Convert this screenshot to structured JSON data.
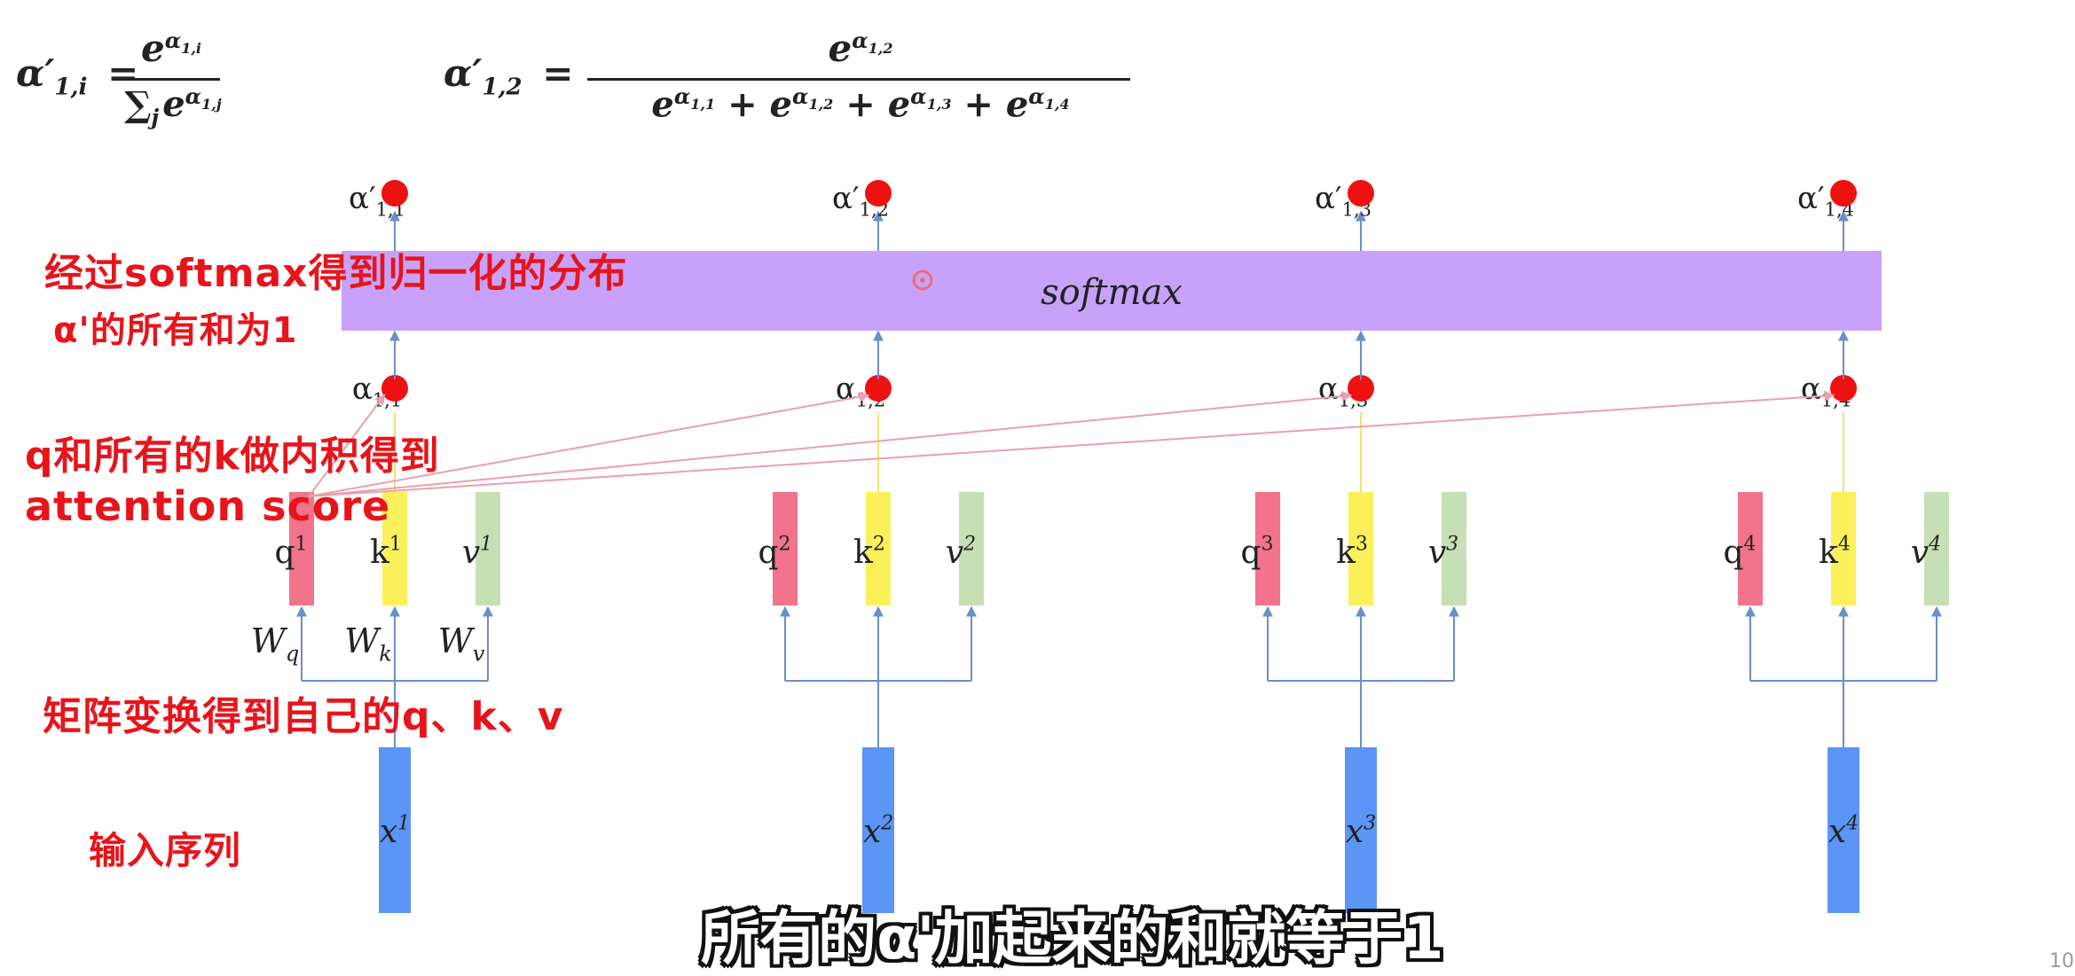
{
  "formulas": {
    "general": {
      "lhs": "α′",
      "lhs_sub": "1,i",
      "numerator": "e",
      "numerator_exp": "α",
      "numerator_exp_sub": "1,i",
      "denominator": "∑",
      "denominator_sub": "j",
      "denominator_term": "e",
      "denominator_exp": "α",
      "denominator_exp_sub": "1,j"
    },
    "example": {
      "lhs": "α′",
      "lhs_sub": "1,2",
      "numerator": "e",
      "numerator_exp": "α",
      "numerator_exp_sub": "1,2",
      "denominator": [
        {
          "base": "e",
          "exp": "α",
          "exp_sub": "1,1"
        },
        {
          "base": "e",
          "exp": "α",
          "exp_sub": "1,2"
        },
        {
          "base": "e",
          "exp": "α",
          "exp_sub": "1,3"
        },
        {
          "base": "e",
          "exp": "α",
          "exp_sub": "1,4"
        }
      ],
      "plus": "+"
    }
  },
  "diagram": {
    "softmax_label": "softmax",
    "outputs": [
      {
        "symbol": "α′",
        "sub": "1,1"
      },
      {
        "symbol": "α′",
        "sub": "1,2"
      },
      {
        "symbol": "α′",
        "sub": "1,3"
      },
      {
        "symbol": "α′",
        "sub": "1,4"
      }
    ],
    "scores": [
      {
        "symbol": "α",
        "sub": "1,1"
      },
      {
        "symbol": "α",
        "sub": "1,2"
      },
      {
        "symbol": "α",
        "sub": "1,3"
      },
      {
        "symbol": "α",
        "sub": "1,4"
      }
    ],
    "columns": [
      {
        "q": "q",
        "k": "k",
        "v": "v",
        "x": "x",
        "sup": "1"
      },
      {
        "q": "q",
        "k": "k",
        "v": "v",
        "x": "x",
        "sup": "2"
      },
      {
        "q": "q",
        "k": "k",
        "v": "v",
        "x": "x",
        "sup": "3"
      },
      {
        "q": "q",
        "k": "k",
        "v": "v",
        "x": "x",
        "sup": "4"
      }
    ],
    "weights": [
      {
        "base": "W",
        "sub": "q"
      },
      {
        "base": "W",
        "sub": "k"
      },
      {
        "base": "W",
        "sub": "v"
      }
    ],
    "colors": {
      "softmax_bar": "#c8a2fa",
      "q": "#f2738c",
      "k": "#faf05a",
      "v": "#c6dfb4",
      "x": "#5b95f5",
      "arrow": "#6b8fc7",
      "marker": "#ee1111"
    }
  },
  "annotations": {
    "softmax_note_1": "经过softmax得到归一化的分布",
    "softmax_note_2": "α'的所有和为1",
    "score_note_1": "q和所有的k做内积得到",
    "score_note_2": "attention score",
    "transform_note": "矩阵变换得到自己的q、k、v",
    "input_note": "输入序列"
  },
  "subtitle": "所有的α'加起来的和就等于1",
  "page_number": "10"
}
